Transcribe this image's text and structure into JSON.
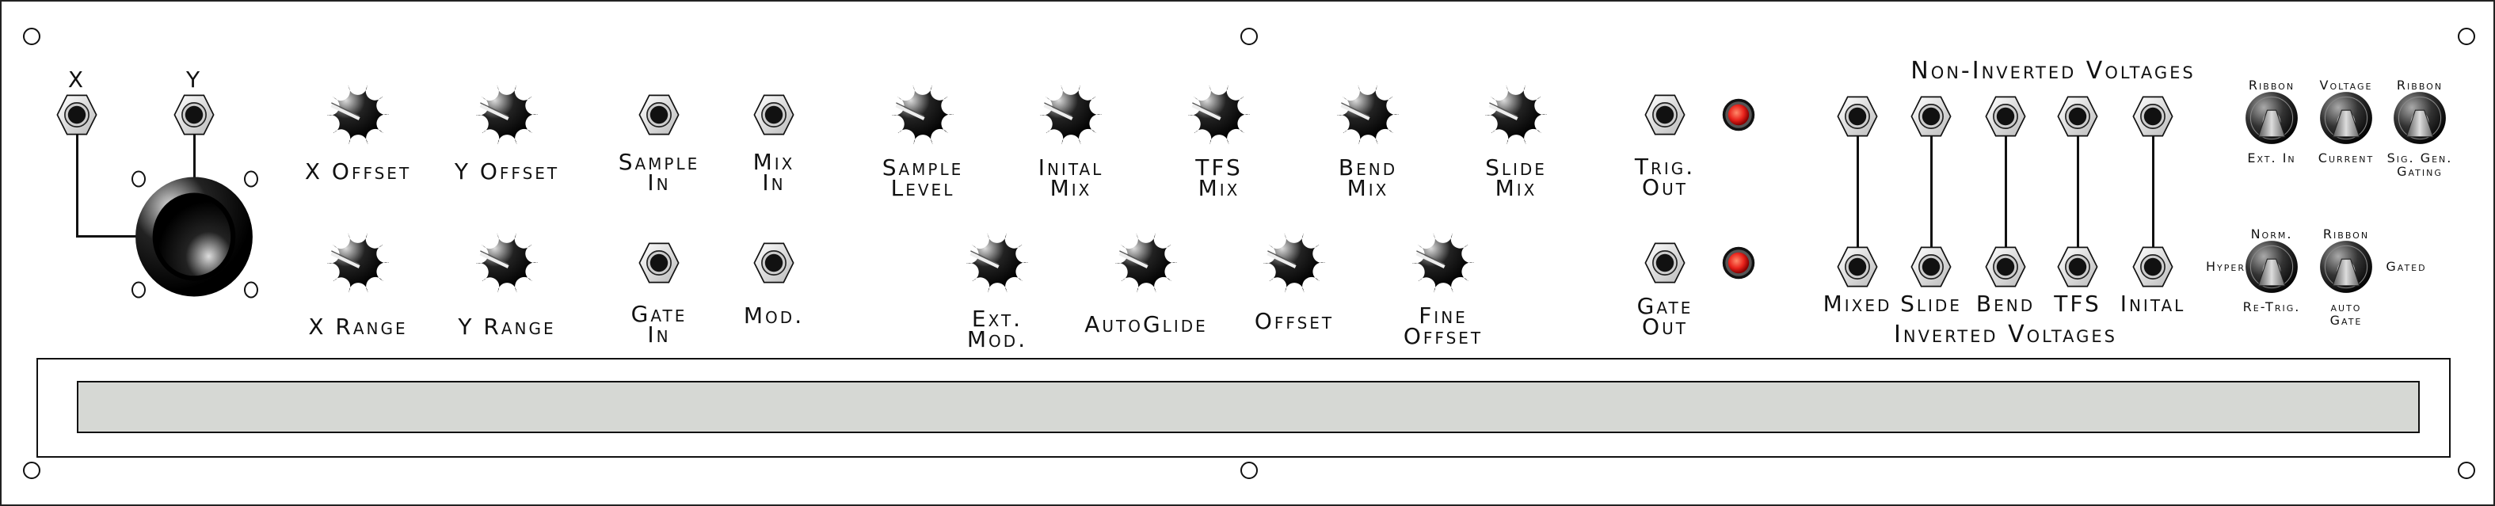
{
  "joystick": {
    "x_label": "X",
    "y_label": "Y"
  },
  "knobs": {
    "x_offset": "X Offset",
    "y_offset": "Y Offset",
    "x_range": "X Range",
    "y_range": "Y Range",
    "sample_level": [
      "Sample",
      "Level"
    ],
    "inital_mix": [
      "Inital",
      "Mix"
    ],
    "tfs_mix": [
      "TFS",
      "Mix"
    ],
    "bend_mix": [
      "Bend",
      "Mix"
    ],
    "slide_mix": [
      "Slide",
      "Mix"
    ],
    "ext_mod": [
      "Ext.",
      "Mod."
    ],
    "autoglide": "AutoGlide",
    "offset": "Offset",
    "fine_offset": [
      "Fine",
      "Offset"
    ]
  },
  "jacks": {
    "sample_in": [
      "Sample",
      "In"
    ],
    "mix_in": [
      "Mix",
      "In"
    ],
    "gate_in": [
      "Gate",
      "In"
    ],
    "mod": "Mod.",
    "trig_out": [
      "Trig.",
      "Out"
    ],
    "gate_out": [
      "Gate",
      "Out"
    ]
  },
  "voltages": {
    "non_inverted_title": "Non-Inverted Voltages",
    "inverted_title": "Inverted Voltages",
    "outputs": [
      "Mixed",
      "Slide",
      "Bend",
      "TFS",
      "Inital"
    ]
  },
  "switches": {
    "s1": {
      "top": "Ribbon",
      "bottom": "Ext. In"
    },
    "s2": {
      "top": "Voltage",
      "bottom": "Current"
    },
    "s3": {
      "top": "Ribbon",
      "bottom": [
        "Sig. Gen.",
        "Gating"
      ]
    },
    "s4": {
      "top": "Norm.",
      "left": "Hyper",
      "bottom": "Re-Trig."
    },
    "s5": {
      "top": "Ribbon",
      "right": "Gated",
      "bottom": [
        "auto",
        "Gate"
      ]
    }
  },
  "colors": {
    "panel": "#ffffff",
    "ribbon": "#d6d8d4",
    "led": "#e8231c"
  }
}
